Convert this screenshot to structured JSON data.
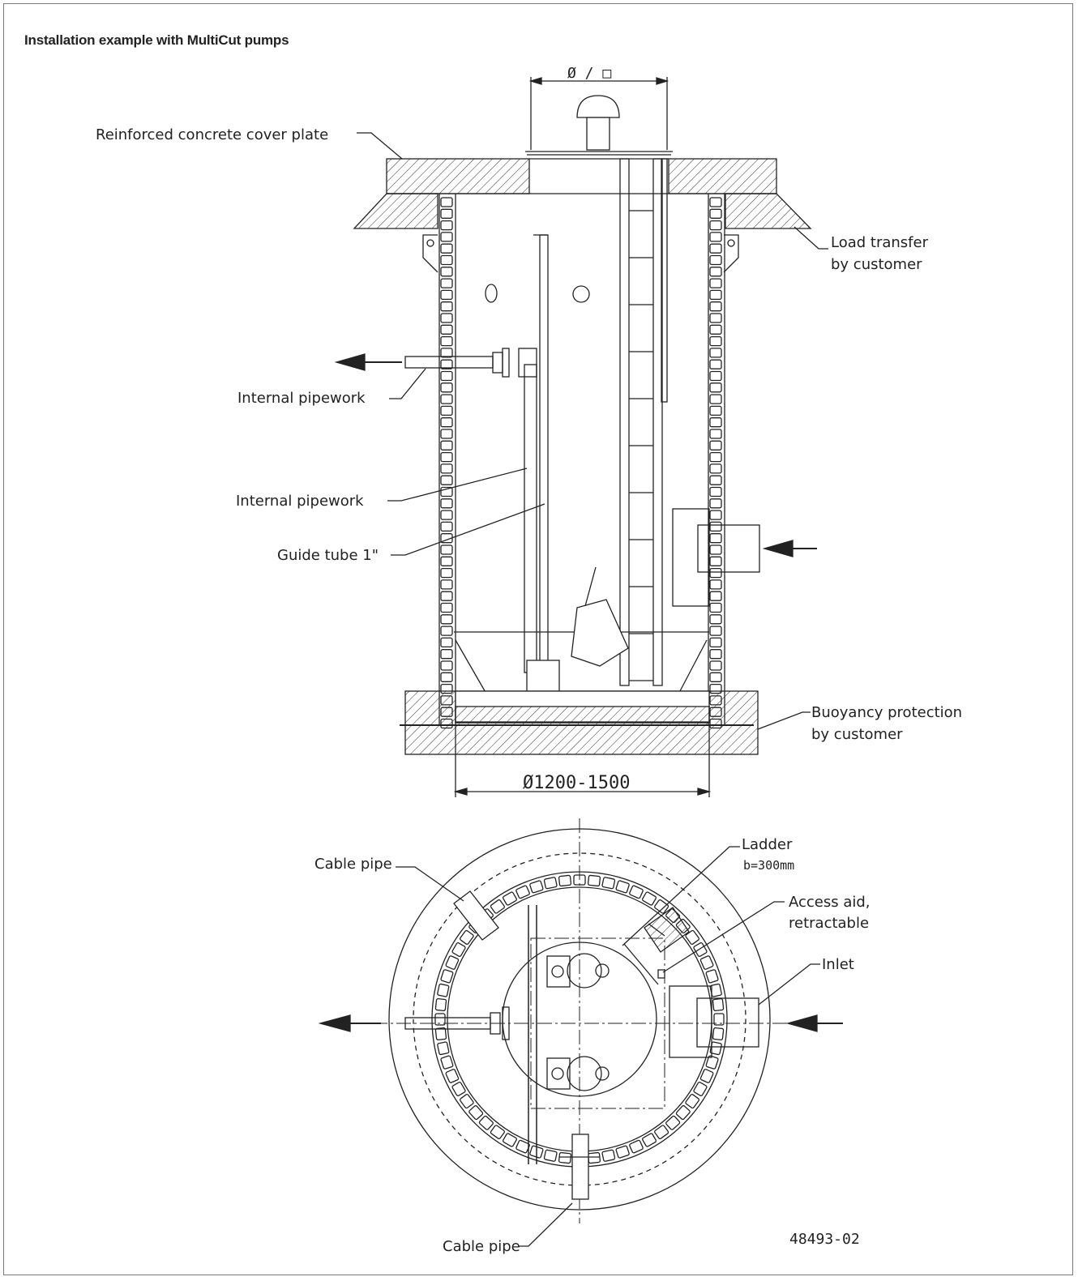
{
  "title": "Installation example with MultiCut pumps",
  "drawing_number": "48493-02",
  "dimensions": {
    "top_opening": "Ø / □",
    "shaft_diameter": "Ø1200-1500",
    "ladder_width": "b=300mm"
  },
  "labels": {
    "cover_plate": "Reinforced concrete cover plate",
    "load_transfer_1": "Load transfer",
    "load_transfer_2": "by customer",
    "internal_pipework_1": "Internal pipework",
    "internal_pipework_2": "Internal pipework",
    "guide_tube": "Guide tube  1\"",
    "buoyancy_1": "Buoyancy protection",
    "buoyancy_2": "by customer",
    "cable_pipe_top": "Cable pipe",
    "cable_pipe_bottom": "Cable pipe",
    "ladder": "Ladder",
    "access_aid_1": "Access aid,",
    "access_aid_2": "retractable",
    "inlet": "Inlet"
  },
  "colors": {
    "line": "#222222",
    "frame": "#7a7a7a"
  }
}
